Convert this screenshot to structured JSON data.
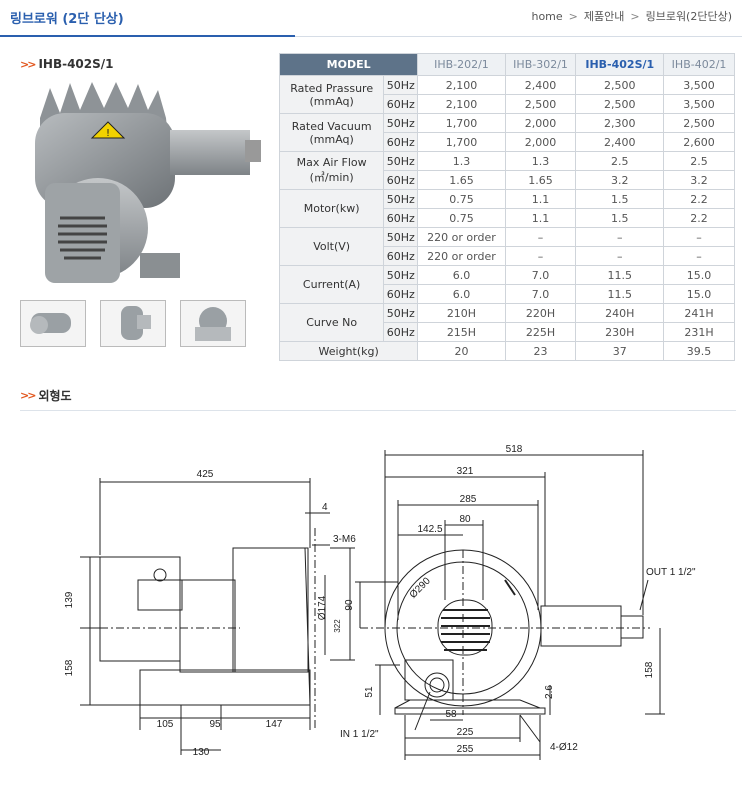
{
  "page": {
    "title": "링브로워 (2단 단상)",
    "breadcrumb": [
      "home",
      "제품안내",
      "링브로워(2단단상)"
    ]
  },
  "product": {
    "model_heading": "IHB-402S/1",
    "thumbnails": 3
  },
  "spec_table": {
    "header": [
      "MODEL",
      "IHB-202/1",
      "IHB-302/1",
      "IHB-402S/1",
      "IHB-402/1"
    ],
    "highlight_col": 3,
    "rows": [
      {
        "label": [
          "Rated Prassure",
          "(mmAq)"
        ],
        "hz": [
          "50Hz",
          "60Hz"
        ],
        "values": [
          [
            "2,100",
            "2,400",
            "2,500",
            "3,500"
          ],
          [
            "2,100",
            "2,500",
            "2,500",
            "3,500"
          ]
        ]
      },
      {
        "label": [
          "Rated Vacuum",
          "(mmAq)"
        ],
        "hz": [
          "50Hz",
          "60Hz"
        ],
        "values": [
          [
            "1,700",
            "2,000",
            "2,300",
            "2,500"
          ],
          [
            "1,700",
            "2,000",
            "2,400",
            "2,600"
          ]
        ]
      },
      {
        "label": [
          "Max Air Flow",
          "(㎥/min)"
        ],
        "hz": [
          "50Hz",
          "60Hz"
        ],
        "values": [
          [
            "1.3",
            "1.3",
            "2.5",
            "2.5"
          ],
          [
            "1.65",
            "1.65",
            "3.2",
            "3.2"
          ]
        ]
      },
      {
        "label": [
          "Motor(kw)"
        ],
        "hz": [
          "50Hz",
          "60Hz"
        ],
        "values": [
          [
            "0.75",
            "1.1",
            "1.5",
            "2.2"
          ],
          [
            "0.75",
            "1.1",
            "1.5",
            "2.2"
          ]
        ]
      },
      {
        "label": [
          "Volt(V)"
        ],
        "hz": [
          "50Hz",
          "60Hz"
        ],
        "values": [
          [
            "220 or order",
            "–",
            "–",
            "–"
          ],
          [
            "220 or order",
            "–",
            "–",
            "–"
          ]
        ]
      },
      {
        "label": [
          "Current(A)"
        ],
        "hz": [
          "50Hz",
          "60Hz"
        ],
        "values": [
          [
            "6.0",
            "7.0",
            "11.5",
            "15.0"
          ],
          [
            "6.0",
            "7.0",
            "11.5",
            "15.0"
          ]
        ]
      },
      {
        "label": [
          "Curve No"
        ],
        "hz": [
          "50Hz",
          "60Hz"
        ],
        "values": [
          [
            "210H",
            "220H",
            "240H",
            "241H"
          ],
          [
            "215H",
            "225H",
            "230H",
            "231H"
          ]
        ]
      }
    ],
    "weight": {
      "label": "Weight(kg)",
      "values": [
        "20",
        "23",
        "37",
        "39.5"
      ]
    }
  },
  "outline": {
    "heading": "외형도",
    "side_view": {
      "dims": {
        "overall": "425",
        "flange": "4",
        "upper": "139",
        "lower": "158",
        "b1": "105",
        "b2": "95",
        "b3": "147",
        "b4": "130",
        "bolt": "3-M6",
        "flange_dia": "Ø174",
        "height": "322"
      }
    },
    "front_view": {
      "dims": {
        "overall": "518",
        "d321": "321",
        "d285": "285",
        "d142": "142.5",
        "d80": "80",
        "d90": "90",
        "dia": "Ø290",
        "d51": "51",
        "d26": "2.6",
        "d58": "58",
        "d225": "225",
        "d255": "255",
        "d158": "158",
        "holes": "4-Ø12",
        "inlet": "IN 1 1/2\"",
        "outlet": "OUT 1 1/2\""
      }
    }
  }
}
